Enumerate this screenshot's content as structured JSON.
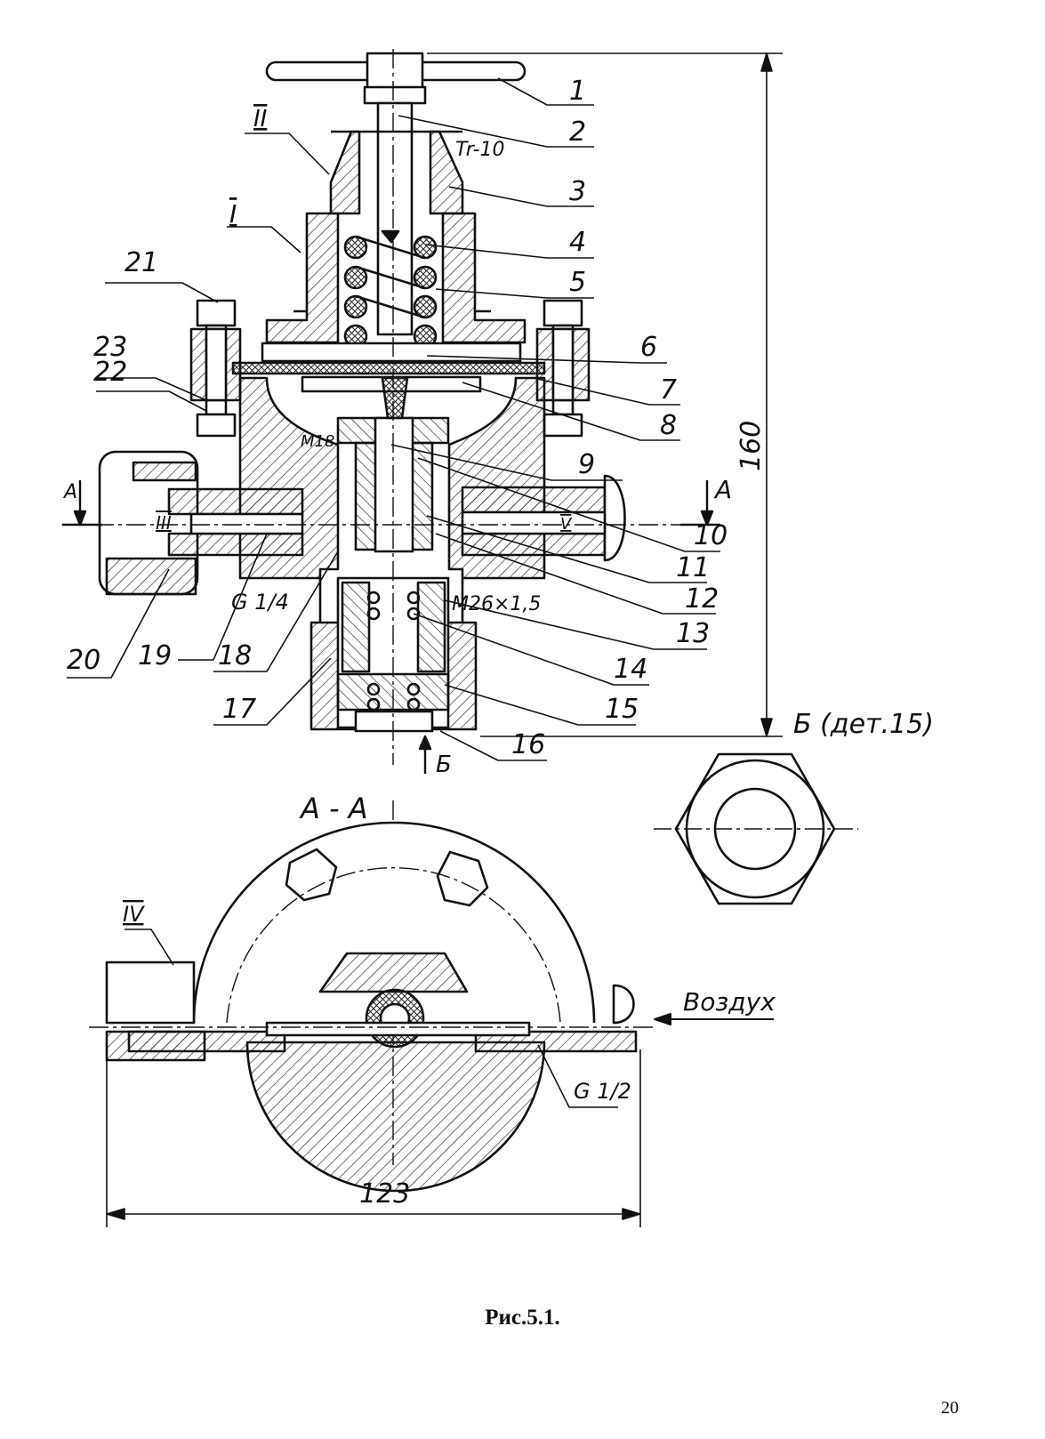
{
  "figure": {
    "caption": "Рис.5.1.",
    "page_number": "20"
  },
  "callouts": [
    "1",
    "2",
    "3",
    "4",
    "5",
    "6",
    "7",
    "8",
    "9",
    "10",
    "11",
    "12",
    "13",
    "14",
    "15",
    "16",
    "17",
    "18",
    "19",
    "20",
    "21",
    "22",
    "23"
  ],
  "views": {
    "section_label_I": "I",
    "section_label_II": "II",
    "section_label_III": "III",
    "section_label_IV": "IV",
    "section_label_V": "V",
    "section_a_top": "A",
    "section_a_left": "A",
    "section_title": "А - А",
    "view_b_arrow": "Б",
    "view_b_title": "Б (дет.15)"
  },
  "annotations": {
    "thread_tr": "Tr-10",
    "thread_m18": "M18",
    "thread_m26": "M26×1,5",
    "thread_g14": "G 1/4",
    "thread_g12": "G 1/2",
    "air_label": "Воздух"
  },
  "dimensions": {
    "height": "160",
    "width": "123"
  }
}
